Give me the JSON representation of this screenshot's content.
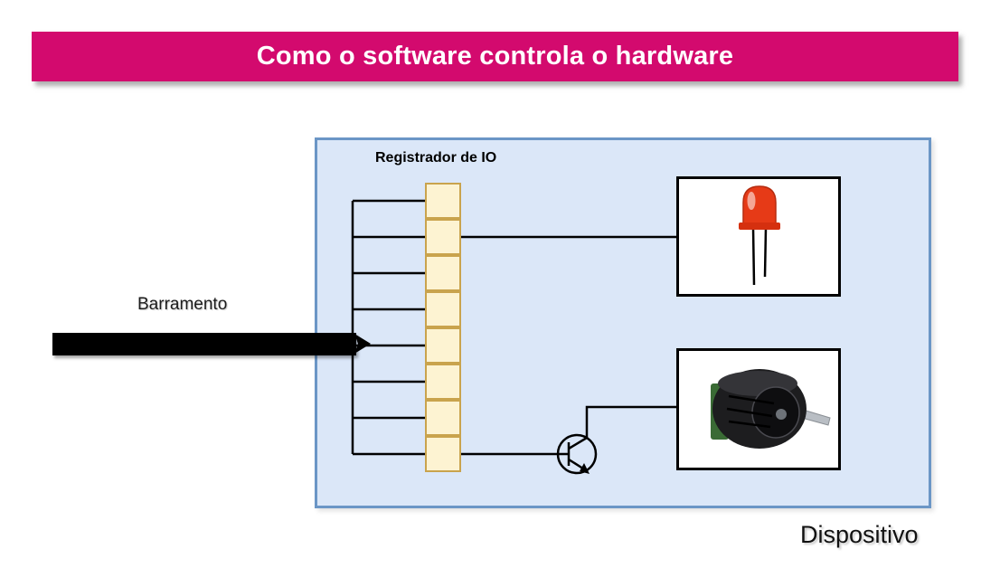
{
  "title": "Como o software controla o hardware",
  "diagram": {
    "register_label": "Registrador de IO",
    "bus_label": "Barramento",
    "device_label": "Dispositivo",
    "register": {
      "cell_count": 8
    },
    "components": {
      "led": "red-led",
      "motor": "electric-motor",
      "transistor": "npn-transistor"
    }
  },
  "colors": {
    "banner_bg": "#d30a6e",
    "banner_text": "#ffffff",
    "device_box_bg": "#dbe7f8",
    "device_box_border": "#6b96c6",
    "register_cell_bg": "#fdf3d2",
    "register_cell_border": "#c9a34d",
    "line_color": "#000000",
    "led_color": "#e63a17"
  }
}
